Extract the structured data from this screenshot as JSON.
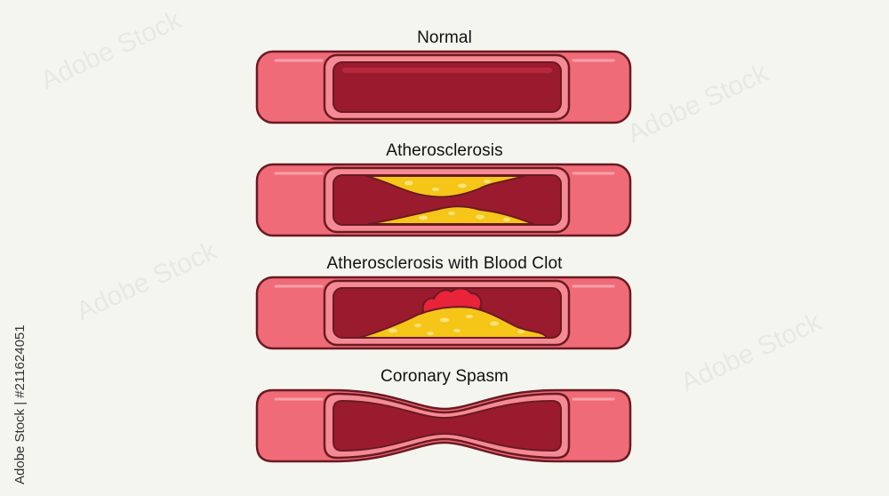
{
  "diagram": {
    "labels": {
      "normal": "Normal",
      "atherosclerosis": "Atherosclerosis",
      "clot": "Atherosclerosis with Blood Clot",
      "spasm": "Coronary Spasm"
    },
    "colors": {
      "vessel_wall": "#f06b78",
      "vessel_outline": "#6b1a22",
      "lumen_rim": "#f58a94",
      "blood": "#9b1b2e",
      "plaque": "#f5c518",
      "plaque_spot": "#fbe27a",
      "clot": "#e8233a"
    }
  },
  "watermark": {
    "side_text": "Adobe Stock | #211624051",
    "tile_text": "Adobe Stock"
  }
}
